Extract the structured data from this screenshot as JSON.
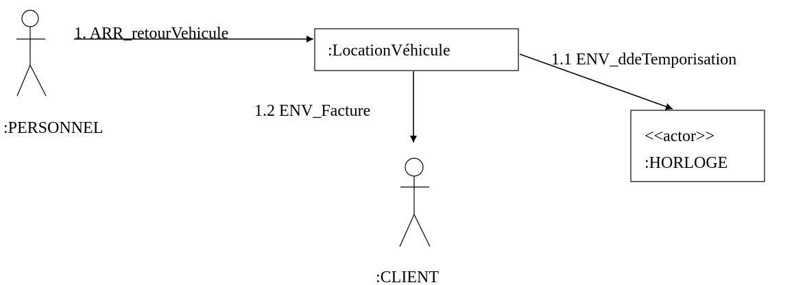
{
  "actors": {
    "personnel": {
      "label": ":PERSONNEL"
    },
    "client": {
      "label": ":CLIENT"
    }
  },
  "objects": {
    "location": {
      "label": ":LocationVéhicule"
    },
    "horloge": {
      "stereotype": "<<actor>>",
      "label": ":HORLOGE"
    }
  },
  "messages": {
    "m1": {
      "label": "1. ARR_retourVehicule"
    },
    "m11": {
      "label": "1.1 ENV_ddeTemporisation"
    },
    "m12": {
      "label": "1.2 ENV_Facture"
    }
  }
}
